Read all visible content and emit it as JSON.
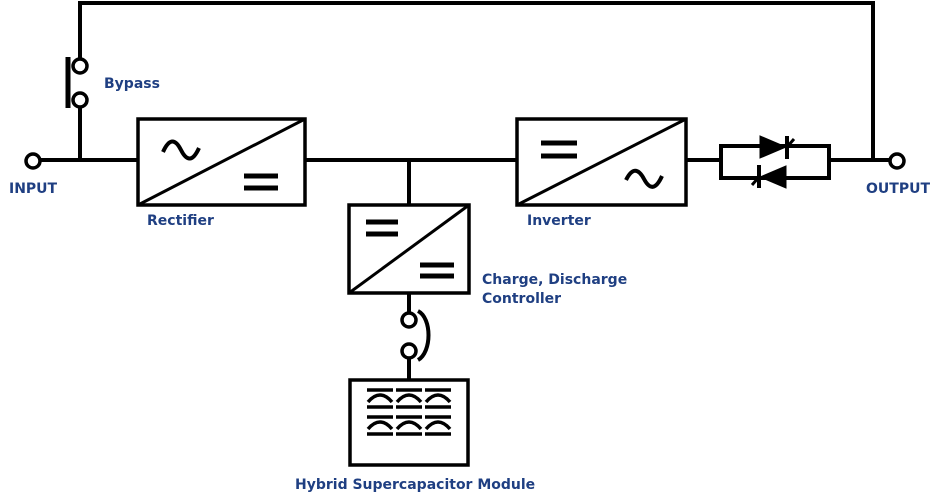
{
  "labels": {
    "bypass": "Bypass",
    "input": "INPUT",
    "output": "OUTPUT",
    "rectifier": "Rectifier",
    "inverter": "Inverter",
    "controller_line1": "Charge, Discharge",
    "controller_line2": "Controller",
    "module": "Hybrid Supercapacitor Module"
  },
  "colors": {
    "line": "#000000",
    "label": "#1f3f82"
  }
}
